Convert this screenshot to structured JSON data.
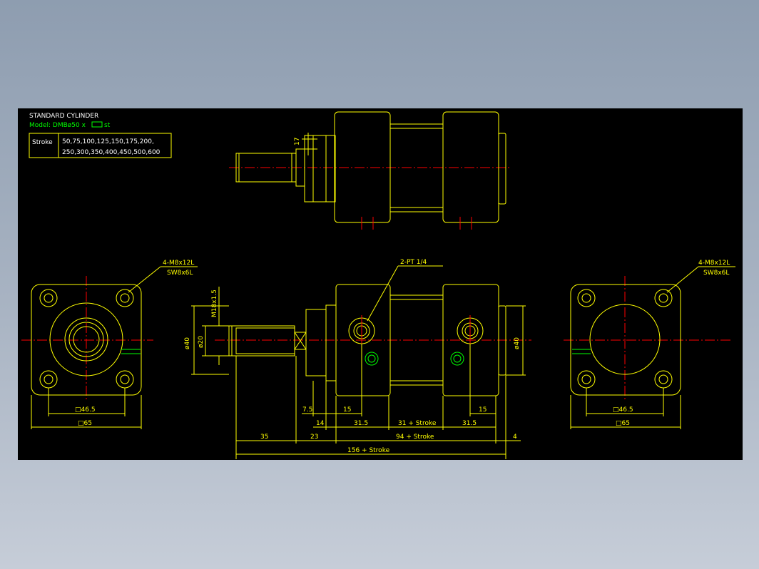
{
  "title": "STANDARD CYLINDER",
  "model": {
    "prefix": "Model: DMBø50 x",
    "suffix": "st"
  },
  "stroke_table": {
    "header": "Stroke",
    "row1": "50,75,100,125,150,175,200,",
    "row2": "250,300,350,400,450,500,600"
  },
  "dims": {
    "top_17": "17",
    "m18": "M18x1.5",
    "d40_left": "ø40",
    "d20": "ø20",
    "d40_right": "ø40",
    "port": "2-PT 1/4",
    "bolt_left_1": "4-M8x12L",
    "bolt_left_2": "SW8x6L",
    "bolt_right_1": "4-M8x12L",
    "bolt_right_2": "SW8x6L",
    "sq46_left": "□46.5",
    "sq65_left": "□65",
    "sq46_right": "□46.5",
    "sq65_right": "□65",
    "d7_5": "7.5",
    "d15a": "15",
    "d14": "14",
    "d31_5a": "31.5",
    "d31s": "31 + Stroke",
    "d15b": "15",
    "d31_5b": "31.5",
    "d35": "35",
    "d23": "23",
    "d94s": "94 + Stroke",
    "d4": "4",
    "d156s": "156 + Stroke"
  },
  "colors": {
    "background": "#000000",
    "geometry": "#ffff00",
    "centerline": "#ff0000",
    "highlight": "#00ff00",
    "text": "#ffffff"
  }
}
